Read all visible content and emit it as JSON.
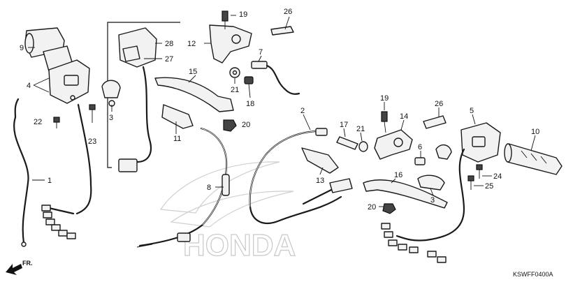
{
  "diagram_code": "KSWFF0400A",
  "direction_label": "FR.",
  "watermark_text": "HONDA",
  "callouts": {
    "c1": "1",
    "c2": "2",
    "c3a": "3",
    "c3b": "3",
    "c4": "4",
    "c5": "5",
    "c6": "6",
    "c7": "7",
    "c8": "8",
    "c9": "9",
    "c10": "10",
    "c11": "11",
    "c12": "12",
    "c13": "13",
    "c14": "14",
    "c15": "15",
    "c16": "16",
    "c17": "17",
    "c18": "18",
    "c19a": "19",
    "c19b": "19",
    "c20a": "20",
    "c20b": "20",
    "c21a": "21",
    "c21b": "21",
    "c22": "22",
    "c23": "23",
    "c24": "24",
    "c25": "25",
    "c26a": "26",
    "c26b": "26",
    "c27": "27",
    "c28": "28"
  },
  "colors": {
    "line": "#1a1a1a",
    "watermark": "#c8c8c8"
  }
}
